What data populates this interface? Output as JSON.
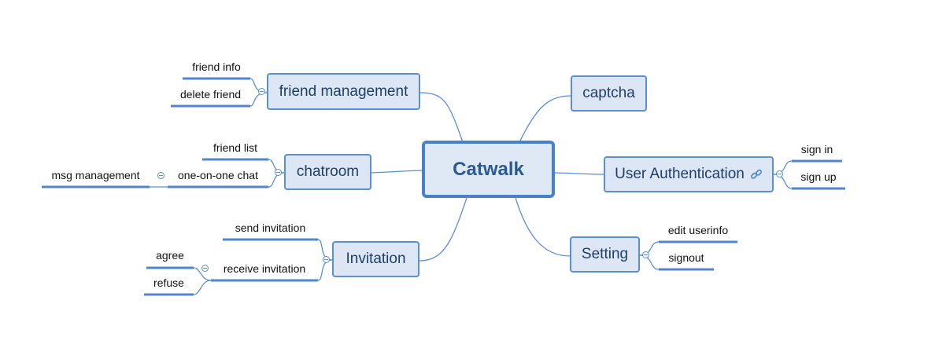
{
  "mindmap": {
    "central": "Catwalk",
    "left": [
      {
        "label": "friend management",
        "children": [
          "friend info",
          "delete friend"
        ]
      },
      {
        "label": "chatroom",
        "children": [
          "friend list",
          "one-on-one chat"
        ],
        "grandchildren": [
          "msg management"
        ]
      },
      {
        "label": "Invitation",
        "children": [
          "send invitation",
          "receive invitation"
        ],
        "grandchildren": [
          "agree",
          "refuse"
        ]
      }
    ],
    "right": [
      {
        "label": "captcha"
      },
      {
        "label": "User Authentication",
        "icon": "link-icon",
        "children": [
          "sign in",
          "sign up"
        ]
      },
      {
        "label": "Setting",
        "children": [
          "edit userinfo",
          "signout"
        ]
      }
    ]
  },
  "colors": {
    "line": "#5b8fd0",
    "topic_fill": "#dce6f4",
    "central_border": "#4a80c8",
    "topic_text": "#1f3f66"
  }
}
